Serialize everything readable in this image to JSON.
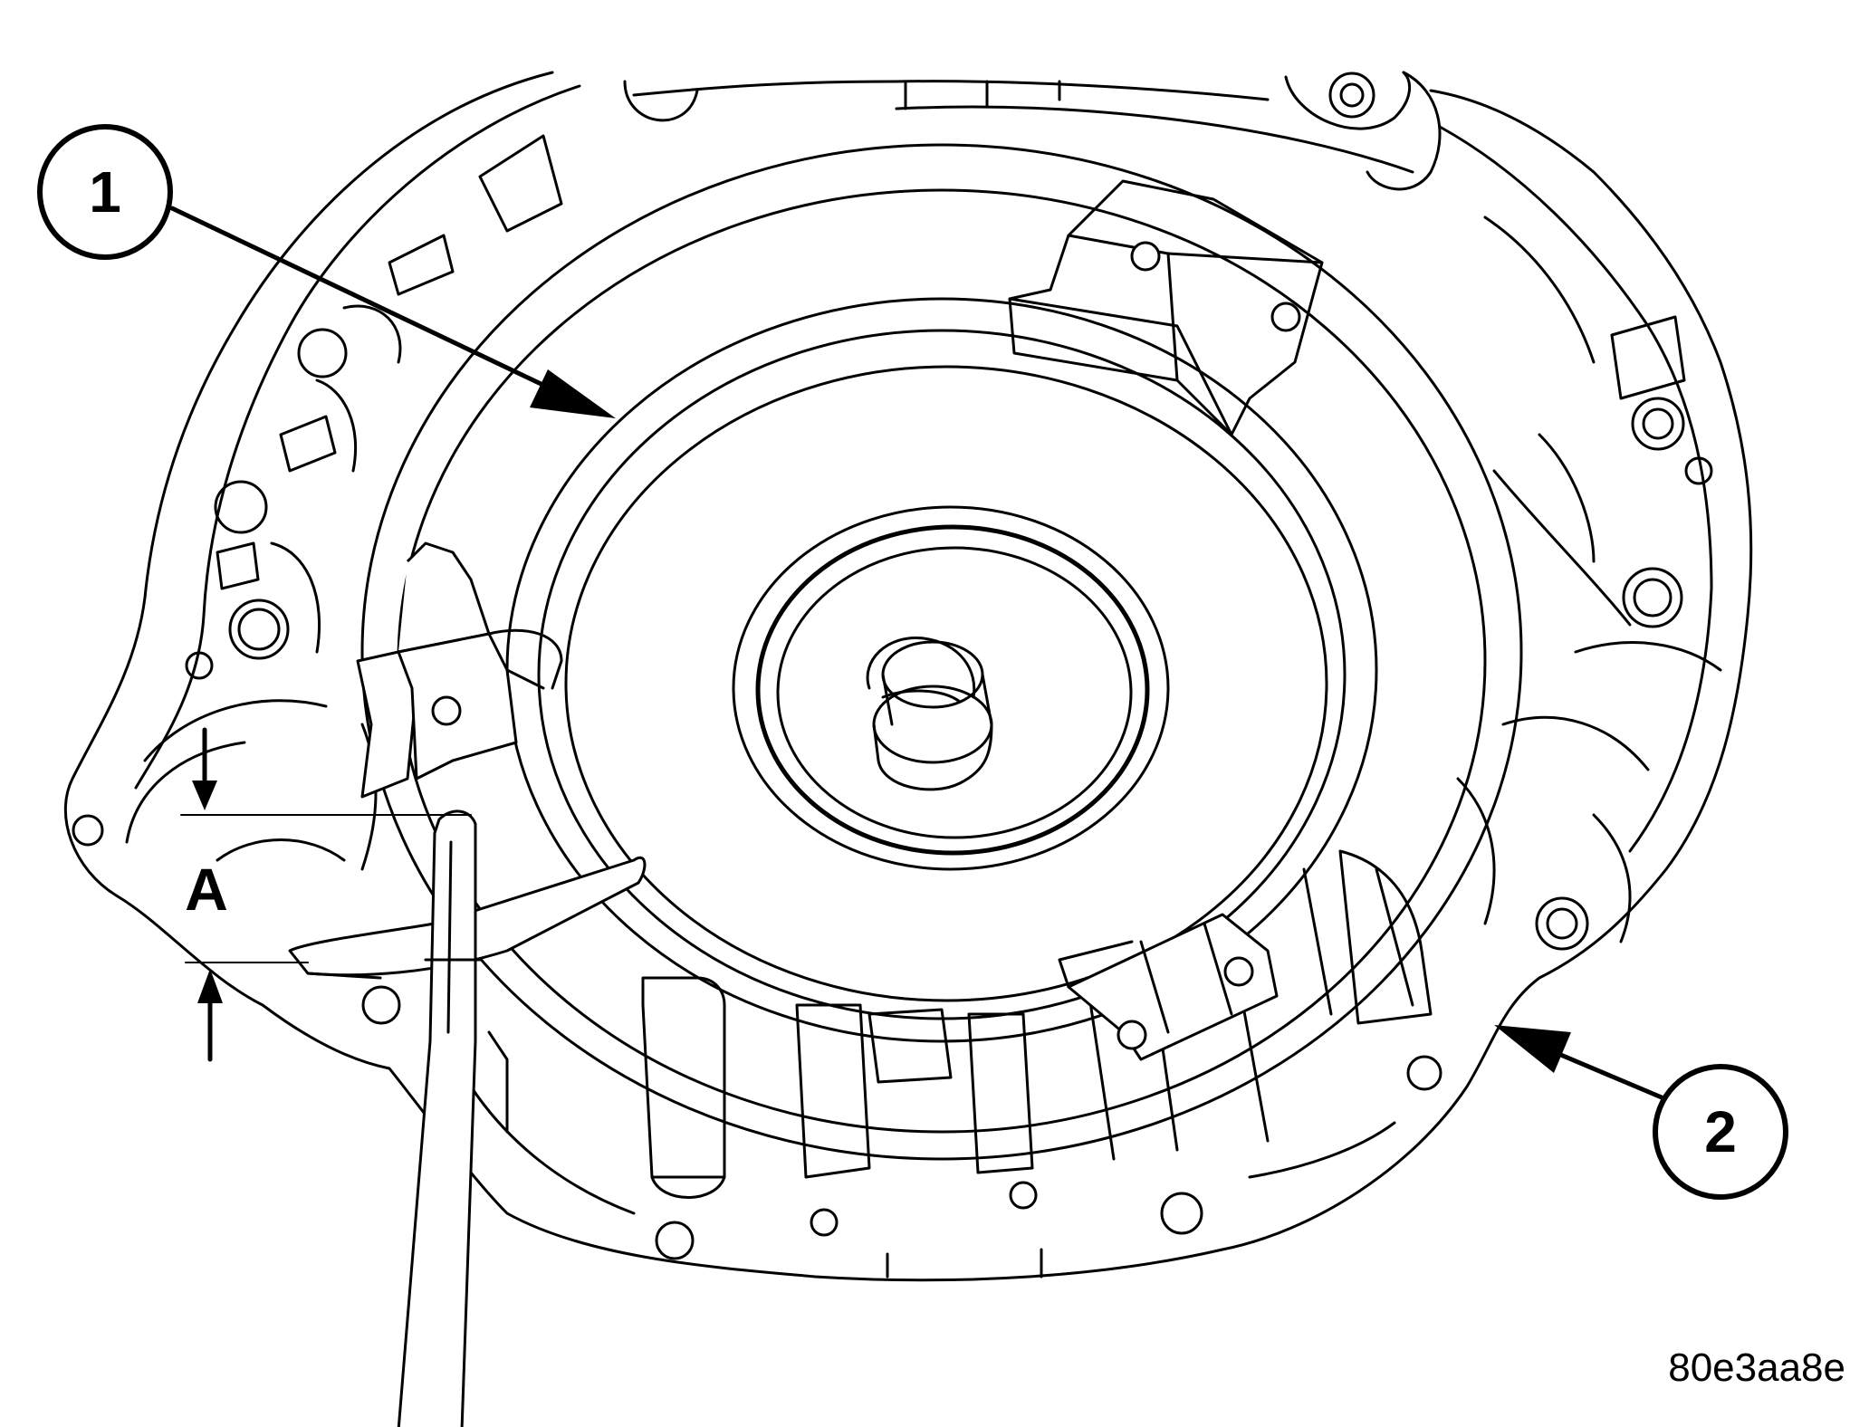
{
  "figure": {
    "id_code": "80e3aa8e",
    "callouts": [
      {
        "number": "1",
        "label": ""
      },
      {
        "number": "2",
        "label": ""
      }
    ],
    "dimension_label": "A"
  }
}
